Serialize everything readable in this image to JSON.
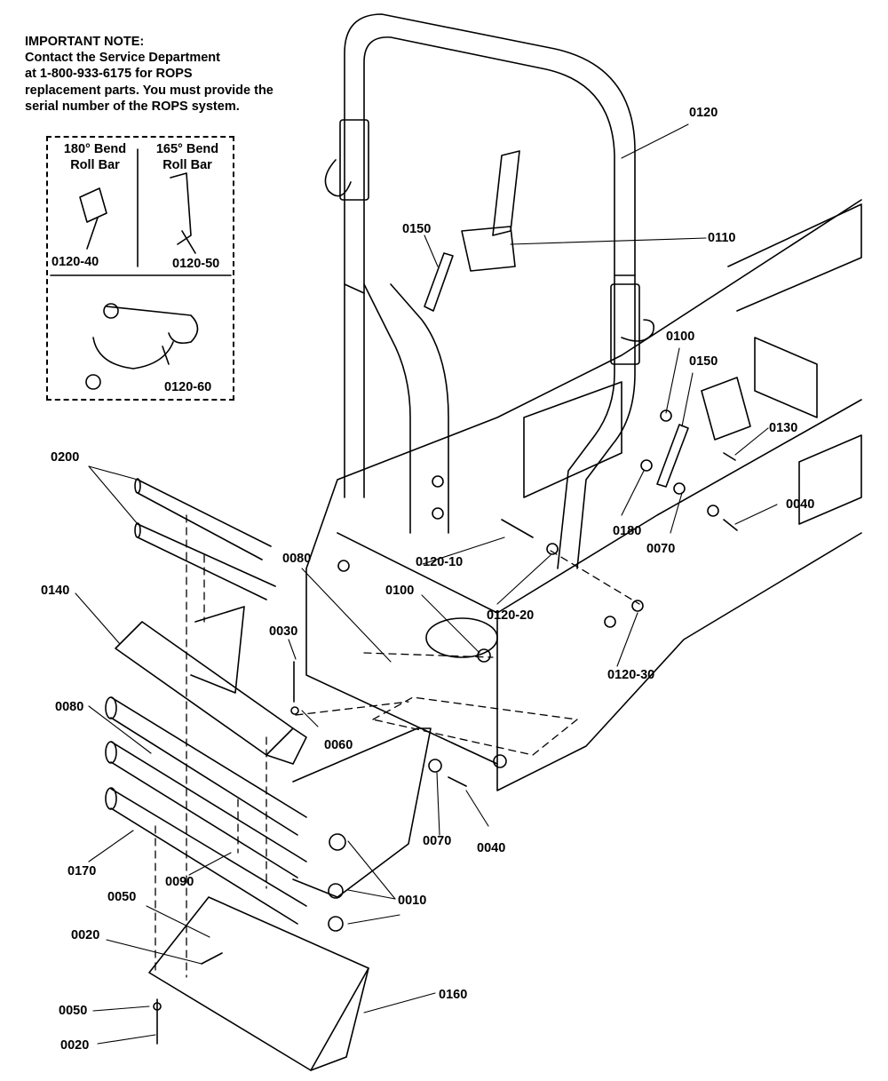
{
  "note": {
    "lines": [
      "IMPORTANT NOTE:",
      "Contact the Service Department",
      "at 1-800-933-6175 for ROPS",
      "replacement parts. You must provide the",
      "serial number of the ROPS system."
    ]
  },
  "inset": {
    "bend180": [
      "180° Bend",
      "Roll Bar"
    ],
    "bend165": [
      "165° Bend",
      "Roll Bar"
    ]
  },
  "labels": {
    "p0120": "0120",
    "p0110": "0110",
    "p0150a": "0150",
    "p0150b": "0150",
    "p0100a": "0100",
    "p0100b": "0100",
    "p0130": "0130",
    "p0040a": "0040",
    "p0040b": "0040",
    "p0070a": "0070",
    "p0070b": "0070",
    "p0180": "0180",
    "p0200": "0200",
    "p0140": "0140",
    "p0080a": "0080",
    "p0080b": "0080",
    "p0030": "0030",
    "p0060": "0060",
    "p0170": "0170",
    "p0090": "0090",
    "p0050a": "0050",
    "p0050b": "0050",
    "p0020a": "0020",
    "p0020b": "0020",
    "p0010": "0010",
    "p0160": "0160",
    "p0120_10": "0120-10",
    "p0120_20": "0120-20",
    "p0120_30": "0120-30",
    "p0120_40": "0120-40",
    "p0120_50": "0120-50",
    "p0120_60": "0120-60"
  }
}
